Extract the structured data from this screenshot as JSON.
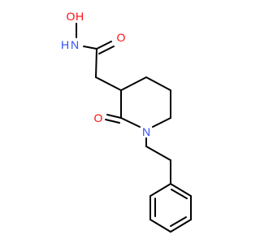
{
  "atoms": {
    "o_hydroxyl": {
      "label": "O",
      "color": "#ff0d0d"
    },
    "h_hydroxyl": {
      "label": "H",
      "color": "#ff0d0d"
    },
    "n_amide": {
      "label": "N",
      "color": "#3050f8"
    },
    "h_amide": {
      "label": "H",
      "color": "#3050f8"
    },
    "o_amide": {
      "label": "O",
      "color": "#ff0d0d"
    },
    "o_lactam": {
      "label": "O",
      "color": "#ff0d0d"
    },
    "n_ring": {
      "label": "N",
      "color": "#3050f8"
    }
  },
  "bond_color": "#000000"
}
